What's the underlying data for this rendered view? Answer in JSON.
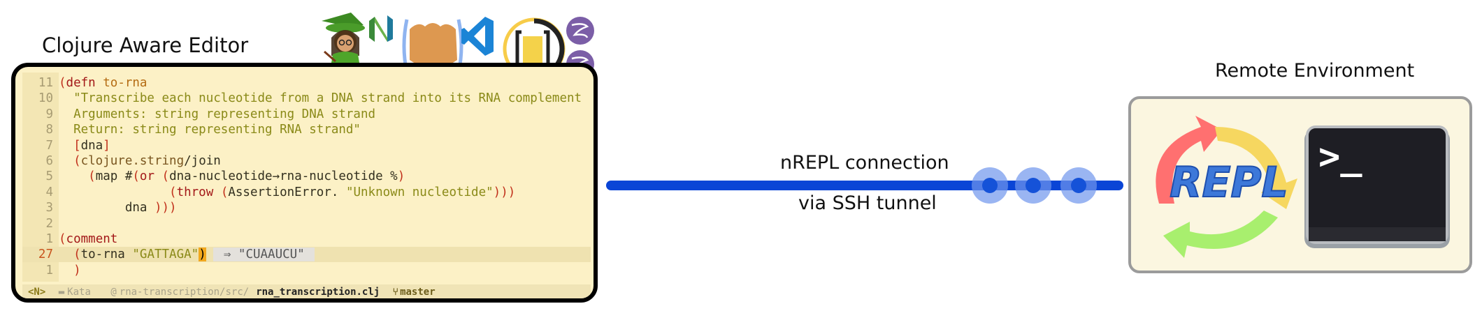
{
  "editor": {
    "title": "Clojure Aware Editor",
    "lines": [
      {
        "num": "11",
        "tokens": [
          [
            "paren",
            "("
          ],
          [
            "kw",
            "defn"
          ],
          [
            "plain",
            " "
          ],
          [
            "fn",
            "to-rna"
          ]
        ]
      },
      {
        "num": "10",
        "tokens": [
          [
            "str",
            "  \"Transcribe each nucleotide from a DNA strand into its RNA complement"
          ]
        ]
      },
      {
        "num": "9",
        "tokens": [
          [
            "str",
            "  Arguments: string representing DNA strand"
          ]
        ]
      },
      {
        "num": "8",
        "tokens": [
          [
            "str",
            "  Return: string representing RNA strand\""
          ]
        ]
      },
      {
        "num": "7",
        "tokens": [
          [
            "paren",
            "  ["
          ],
          [
            "plain",
            "dna"
          ],
          [
            "paren",
            "]"
          ]
        ]
      },
      {
        "num": "6",
        "tokens": [
          [
            "paren",
            "  ("
          ],
          [
            "ns",
            "clojure.string"
          ],
          [
            "plain",
            "/join"
          ]
        ]
      },
      {
        "num": "5",
        "tokens": [
          [
            "paren",
            "    ("
          ],
          [
            "plain",
            "map #"
          ],
          [
            "paren",
            "("
          ],
          [
            "kw",
            "or"
          ],
          [
            "plain",
            " "
          ],
          [
            "paren",
            "("
          ],
          [
            "plain",
            "dna-nucleotide→rna-nucleotide %"
          ],
          [
            "paren",
            ")"
          ]
        ]
      },
      {
        "num": "4",
        "tokens": [
          [
            "paren",
            "               ("
          ],
          [
            "kw",
            "throw"
          ],
          [
            "plain",
            " "
          ],
          [
            "paren",
            "("
          ],
          [
            "plain",
            "AssertionError. "
          ],
          [
            "str",
            "\"Unknown nucleotide\""
          ],
          [
            "paren",
            ")))"
          ]
        ]
      },
      {
        "num": "3",
        "tokens": [
          [
            "plain",
            "         dna "
          ],
          [
            "paren",
            ")))"
          ]
        ]
      },
      {
        "num": "2",
        "tokens": []
      },
      {
        "num": "1",
        "tokens": [
          [
            "paren",
            "("
          ],
          [
            "kw",
            "comment"
          ]
        ]
      },
      {
        "num": "27",
        "active": true,
        "tokens": [
          [
            "paren",
            "  ("
          ],
          [
            "plain",
            "to-rna "
          ],
          [
            "str",
            "\"GATTAGA\""
          ],
          [
            "cursor",
            ")"
          ],
          [
            "plain",
            " "
          ],
          [
            "res",
            " ⇒ \"CUAAUCU\" "
          ]
        ]
      },
      {
        "num": "1",
        "tokens": [
          [
            "paren",
            "  )"
          ]
        ]
      }
    ],
    "status": {
      "mode": "<N>",
      "project": "Kata",
      "path": "rna-transcription/src/",
      "file": "rna_transcription.clj",
      "branch": "master"
    }
  },
  "connection": {
    "label": "nREPL connection",
    "sublabel": "via SSH tunnel"
  },
  "remote": {
    "title": "Remote Environment",
    "repl_logo_text": "REPL",
    "terminal_prompt": ">_"
  },
  "colors": {
    "tube": "#0a45d6",
    "dot": "#6f95ec",
    "editor_bg": "#fcf1c6",
    "remote_bg": "#fbf6e0"
  },
  "icons": [
    "calva-avatar-icon",
    "neovim-icon",
    "spacemacs-icon",
    "vscode-icon",
    "calva-icon",
    "emacs-icon"
  ]
}
